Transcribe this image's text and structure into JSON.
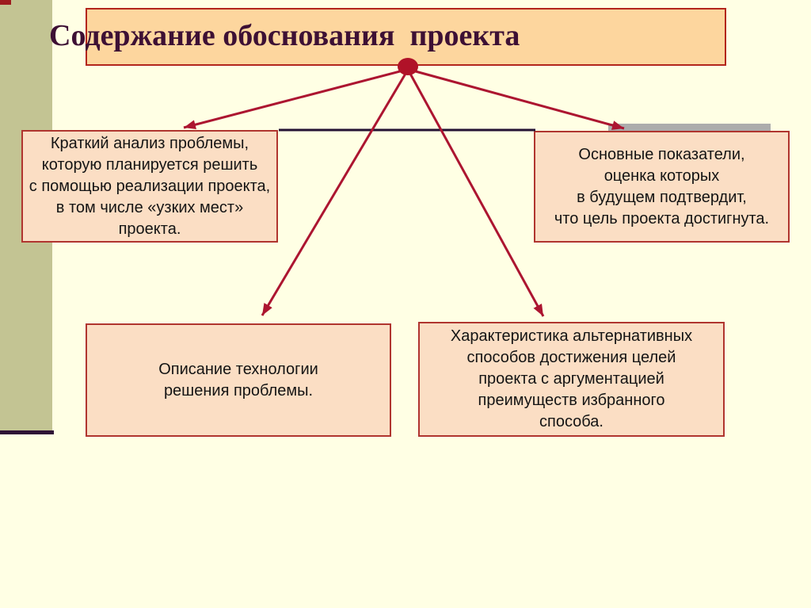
{
  "slide": {
    "title": "Содержание обоснования  проекта",
    "boxes": {
      "problem": {
        "text": "Краткий анализ проблемы,\nкоторую планируется решить\nс помощью реализации проекта,\nв том числе «узких мест»\nпроекта."
      },
      "indicators": {
        "text": "Основные показатели,\nоценка которых\nв будущем подтвердит,\nчто цель проекта достигнута."
      },
      "technology": {
        "text": "Описание технологии\nрешения проблемы."
      },
      "alternatives": {
        "text": "Характеристика альтернативных\nспособов достижения целей\nпроекта с аргументацией\nпреимуществ избранного\nспособа."
      }
    },
    "icons": {
      "hub_dot": "filled-circle-connector-origin",
      "arrows": "radiating-arrow-connectors"
    },
    "colors": {
      "background": "#FFFFE4",
      "sidebar": "#C3C493",
      "sidebar_underline": "#2F1235",
      "corner_block": "#9E1B1E",
      "title_box_fill": "#FDD69E",
      "title_box_border": "#B3261C",
      "title_text": "#3D1034",
      "content_box_fill": "#FBDEC4",
      "content_box_border": "#B0352F",
      "arrow": "#AC1530",
      "hub_dot": "#B01228",
      "divider_line": "#241233",
      "shadow_bar": "#ACACAC",
      "body_text": "#141414"
    }
  }
}
